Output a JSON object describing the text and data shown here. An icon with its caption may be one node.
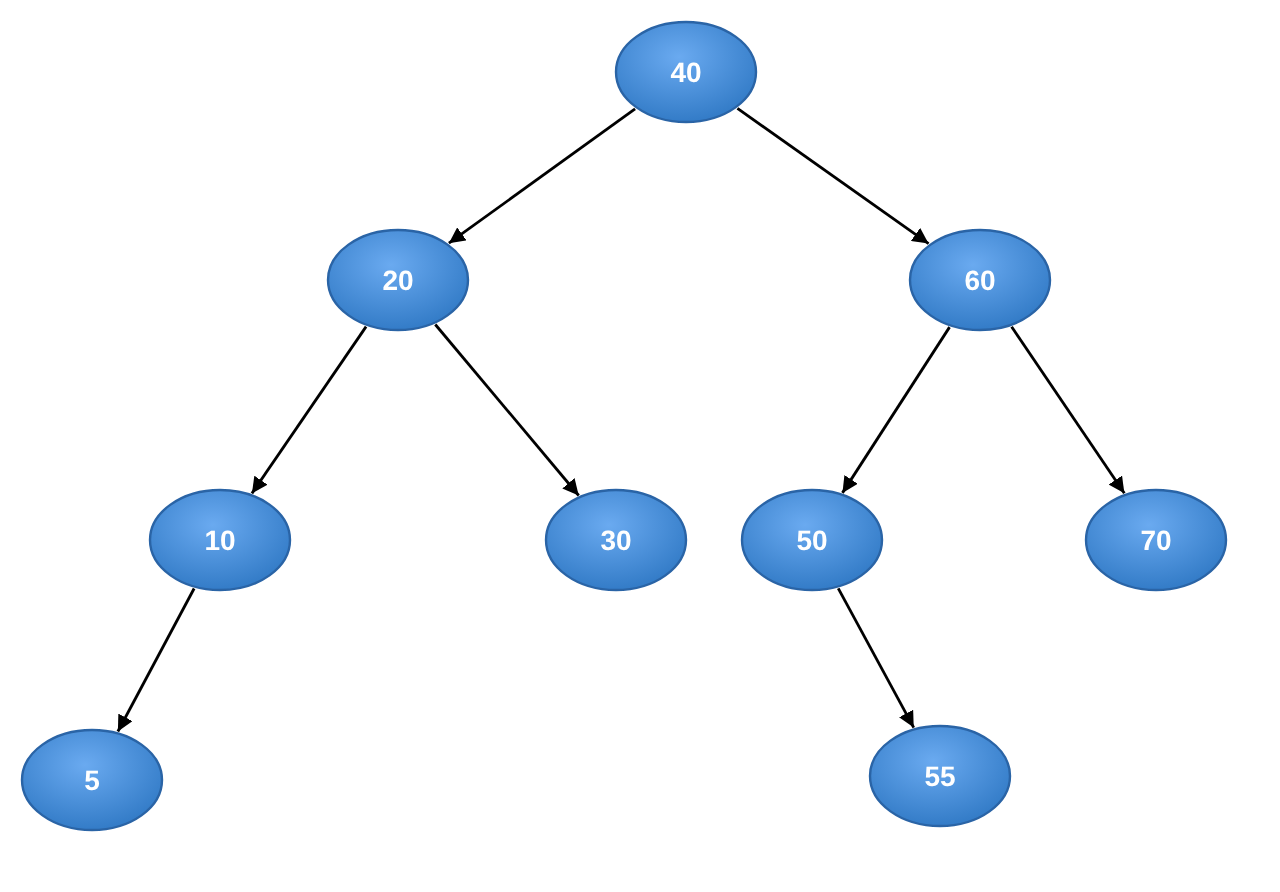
{
  "diagram": {
    "nodes": [
      {
        "text": [
          "40"
        ]
      },
      {
        "text": [
          "20"
        ]
      },
      {
        "text": [
          "60"
        ]
      },
      {
        "text": [
          "10"
        ]
      },
      {
        "text": [
          "30"
        ]
      },
      {
        "text": [
          "50"
        ]
      },
      {
        "text": [
          "70"
        ]
      },
      {
        "text": [
          "5"
        ]
      },
      {
        "text": [
          "55"
        ]
      }
    ],
    "edges": [
      {
        "from": 0,
        "to": 1,
        "arrow": "to"
      },
      {
        "from": 0,
        "to": 2,
        "arrow": "to"
      },
      {
        "from": 1,
        "to": 3,
        "arrow": "to"
      },
      {
        "from": 1,
        "to": 4,
        "arrow": "to"
      },
      {
        "from": 2,
        "to": 5,
        "arrow": "to"
      },
      {
        "from": 2,
        "to": 6,
        "arrow": "to"
      },
      {
        "from": 3,
        "to": 7,
        "arrow": "to"
      },
      {
        "from": 5,
        "to": 8,
        "arrow": "to"
      }
    ]
  }
}
